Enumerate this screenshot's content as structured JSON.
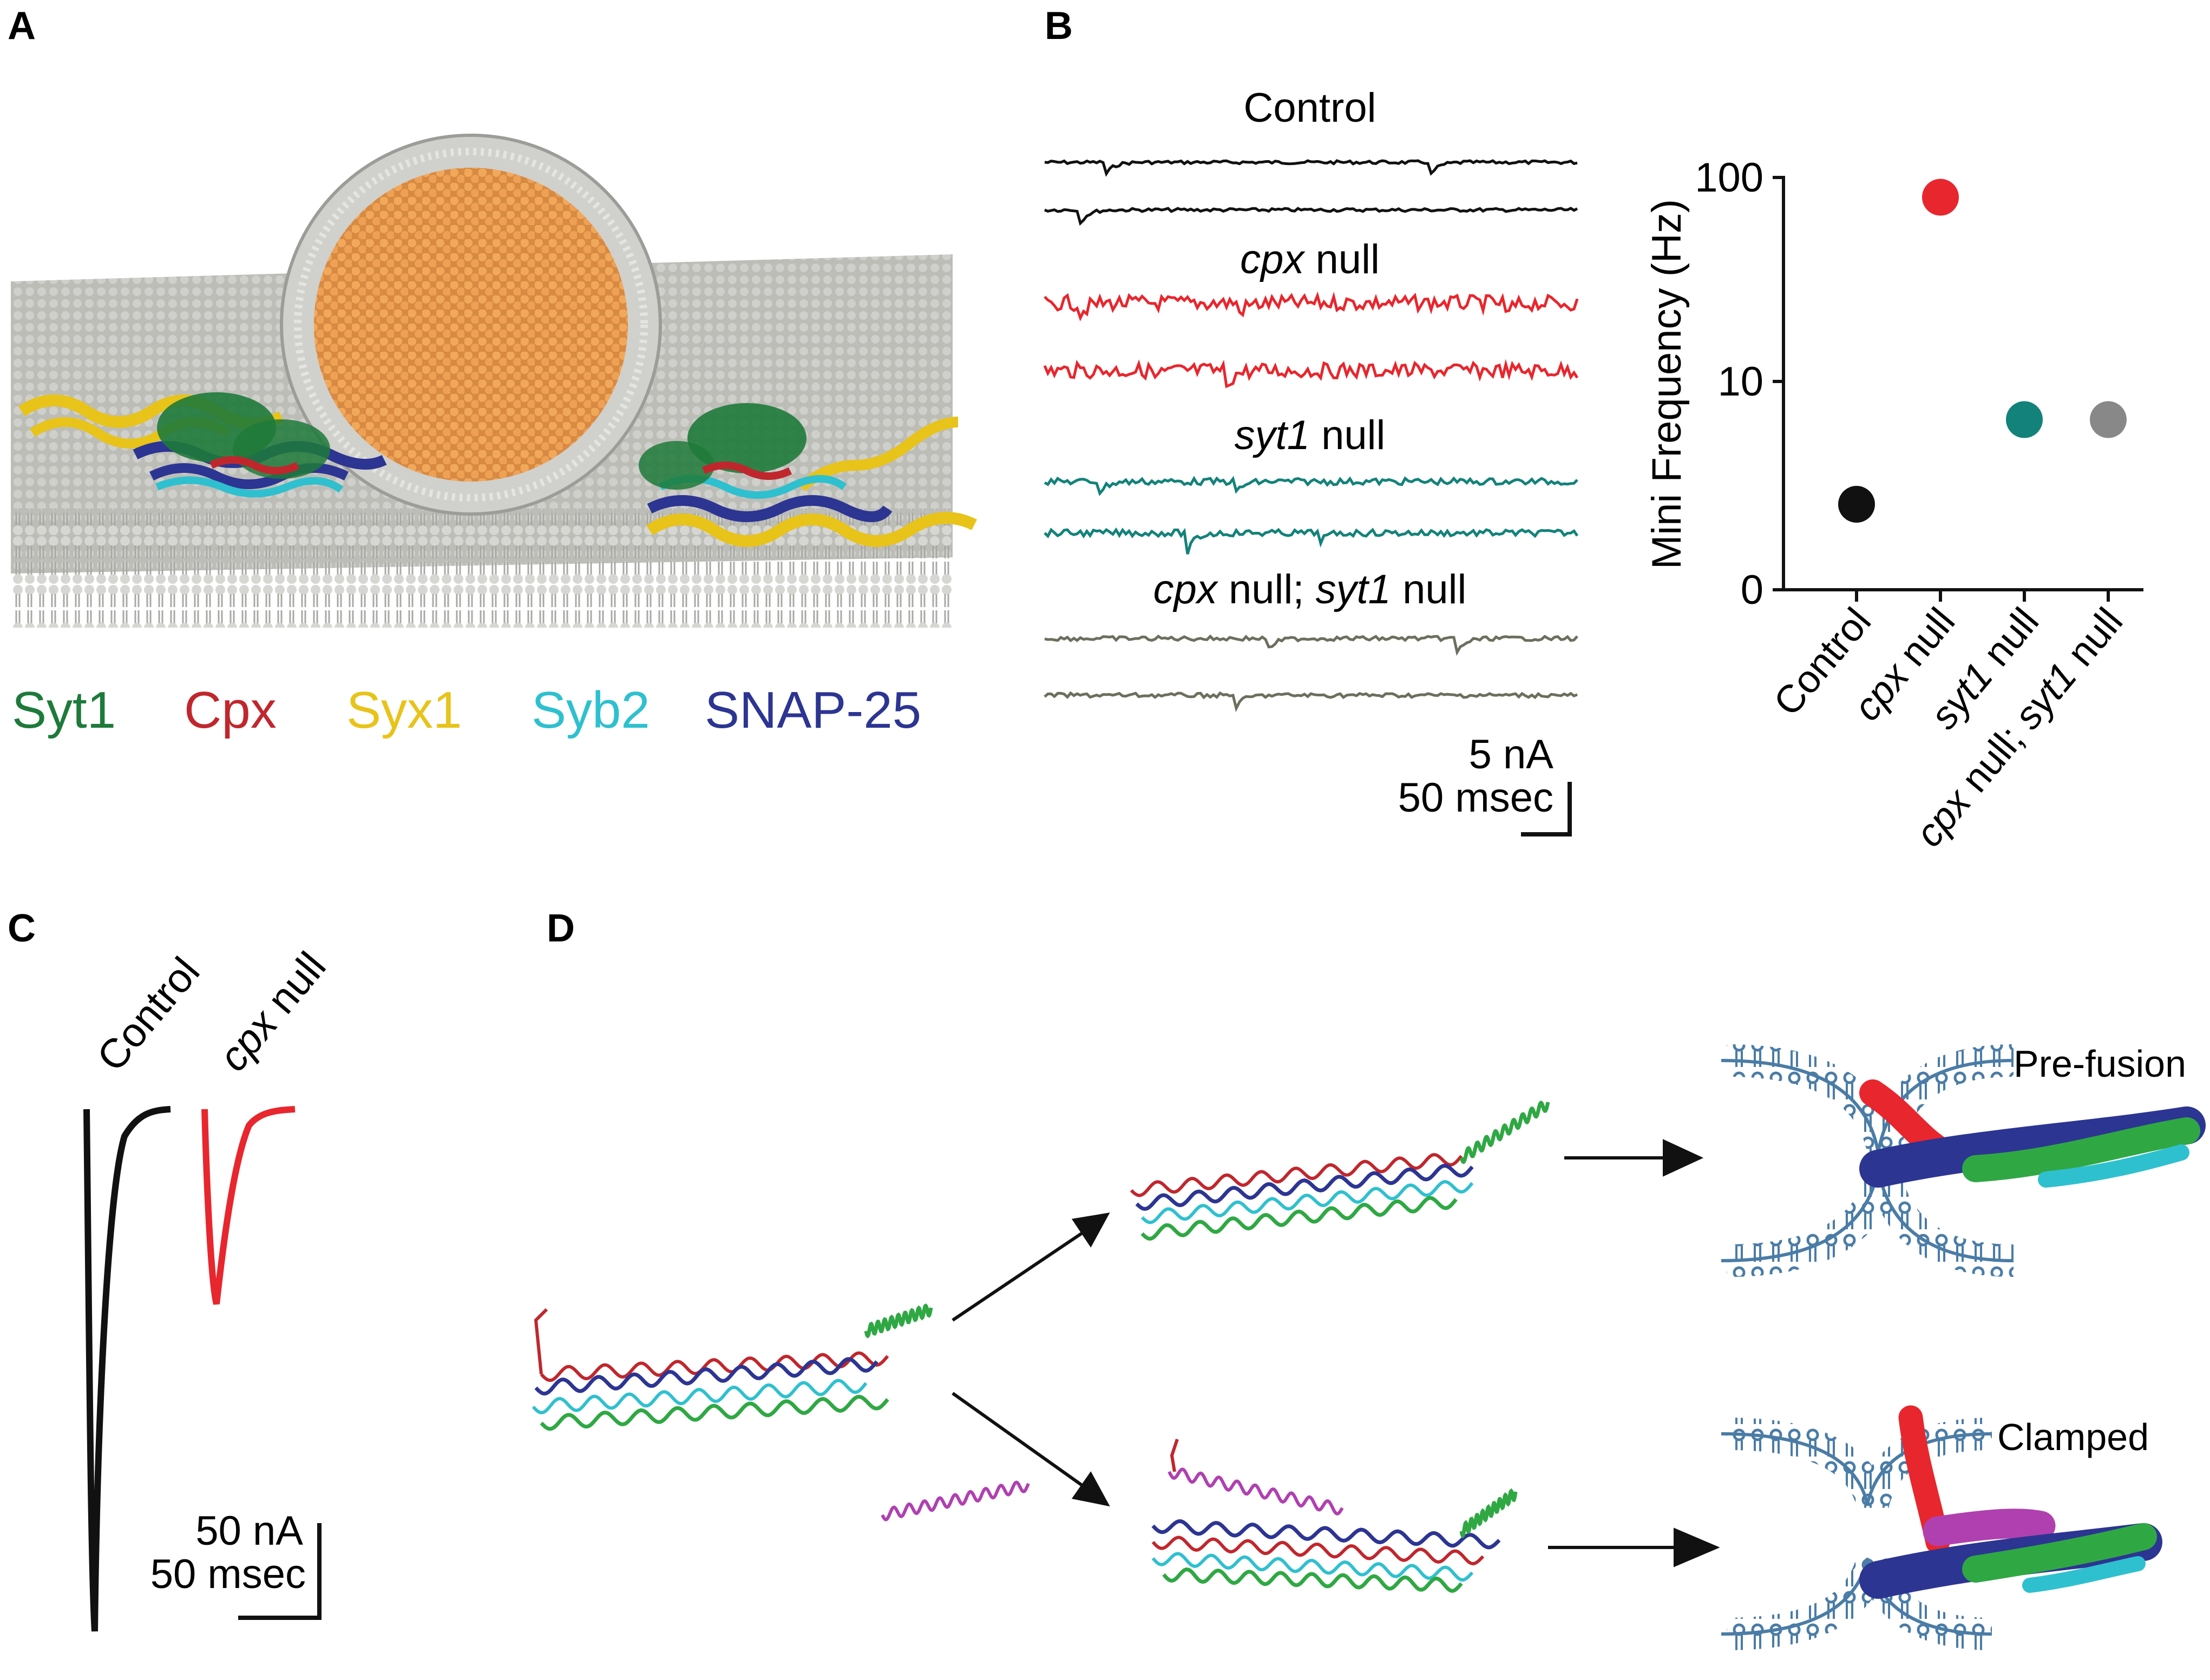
{
  "panels": {
    "a": "A",
    "b": "B",
    "c": "C",
    "d": "D"
  },
  "colors": {
    "syt1": "#1e7a3a",
    "cpx": "#c0272d",
    "syx1": "#e8c319",
    "syb2": "#2fc0cf",
    "snap25": "#2c3592",
    "control": "#111111",
    "cpx_null": "#e8262d",
    "syt1_null": "#13827a",
    "double_null": "#6e6e5e",
    "vesicle_fill": "#e89a50",
    "membrane": "#c8c8c4",
    "lipid_blue": "#4a7ca6",
    "comp_magenta": "#b040b0"
  },
  "panel_a": {
    "legend": [
      {
        "key": "syt1",
        "label": "Syt1"
      },
      {
        "key": "cpx",
        "label": "Cpx"
      },
      {
        "key": "syx1",
        "label": "Syx1"
      },
      {
        "key": "syb2",
        "label": "Syb2"
      },
      {
        "key": "snap25",
        "label": "SNAP-25"
      }
    ]
  },
  "panel_b": {
    "trace_groups": [
      {
        "label": "Control",
        "italic": "",
        "rest": "Control"
      },
      {
        "label": "cpx null",
        "italic": "cpx",
        "rest": " null"
      },
      {
        "label": "syt1 null",
        "italic": "syt1",
        "rest": " null"
      },
      {
        "label": "cpx null; syt1 null",
        "italic": "cpx",
        "rest": " null; ",
        "italic2": "syt1",
        "rest2": " null"
      }
    ],
    "scale": {
      "amp": "5 nA",
      "time": "50 msec"
    }
  },
  "chart_data": {
    "type": "scatter",
    "ylabel": "Mini Frequency (Hz)",
    "yscale": "log",
    "yticks": [
      "0",
      "10",
      "100"
    ],
    "categories": [
      "Control",
      "cpx null",
      "syt1 null",
      "cpx null; syt1 null"
    ],
    "values": [
      2.5,
      80,
      6.5,
      6.5
    ],
    "colors": [
      "#111111",
      "#e8262d",
      "#13827a",
      "#888888"
    ]
  },
  "panel_c": {
    "labels": [
      "Control",
      "cpx null"
    ],
    "scale": {
      "amp": "50 nA",
      "time": "50 msec"
    }
  },
  "panel_d": {
    "state_labels": [
      "Pre-fusion",
      "Clamped"
    ]
  }
}
